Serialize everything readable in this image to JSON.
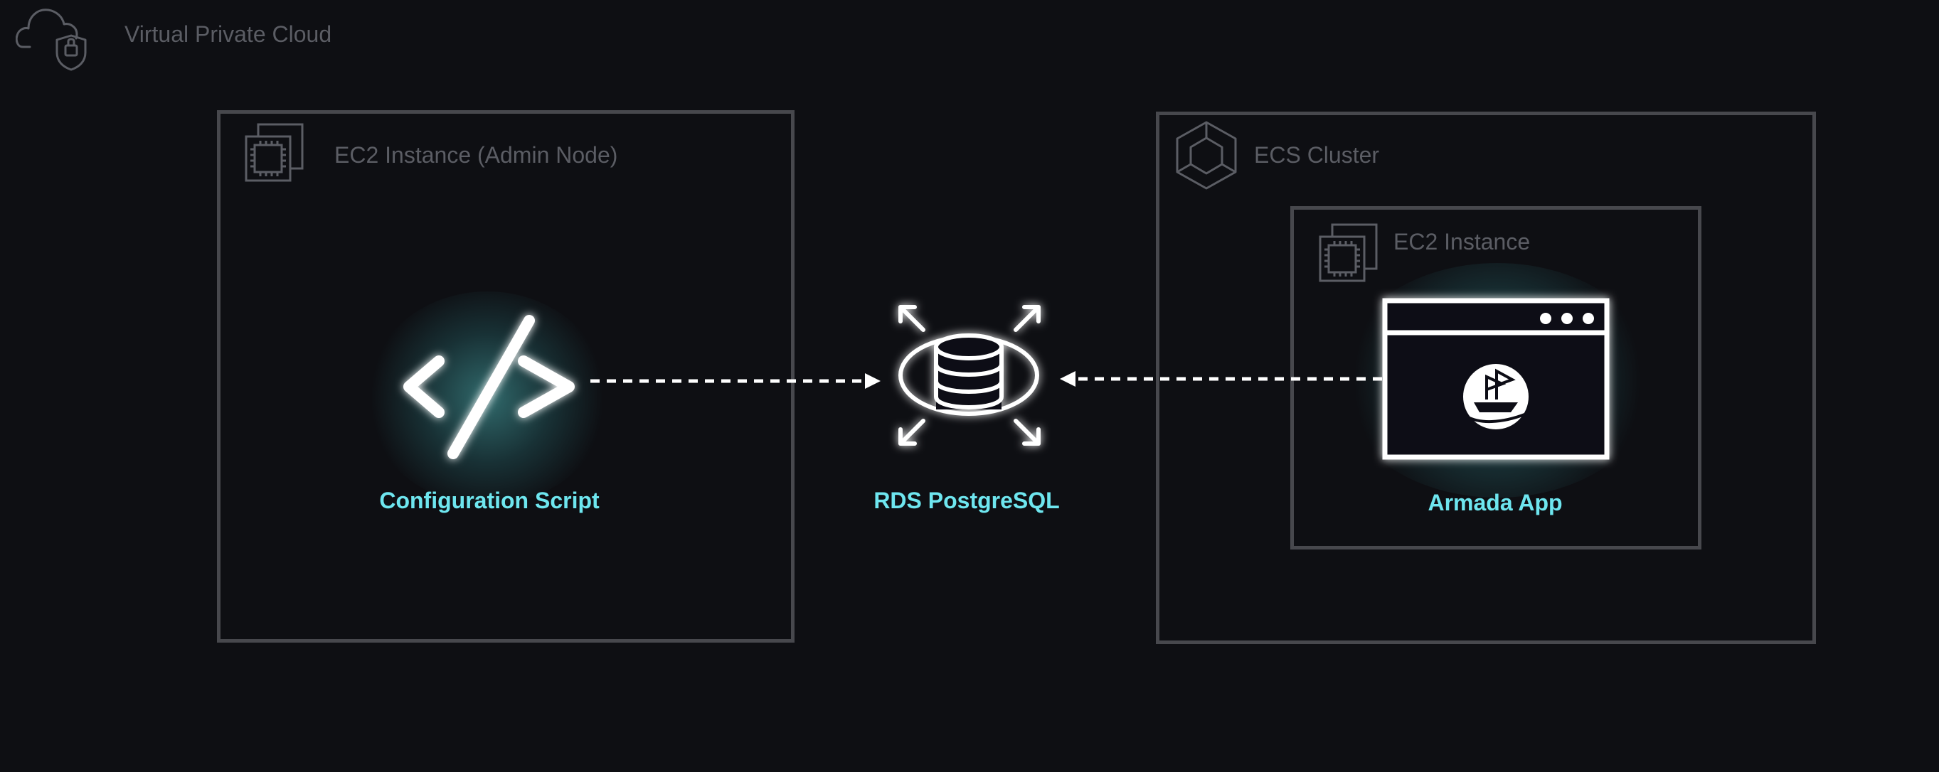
{
  "diagram": {
    "vpc": {
      "label": "Virtual Private Cloud",
      "icon": "cloud-shield-icon"
    },
    "groups": {
      "admin": {
        "label": "EC2 Instance (Admin Node)",
        "icon": "ec2-chip-icon"
      },
      "ecs": {
        "label": "ECS Cluster",
        "icon": "ecs-hexagon-icon"
      },
      "ec2": {
        "label": "EC2 Instance",
        "icon": "ec2-chip-icon"
      }
    },
    "nodes": {
      "config": {
        "label": "Configuration Script",
        "icon": "code-brackets-icon"
      },
      "rds": {
        "label": "RDS PostgreSQL",
        "icon": "database-expand-icon"
      },
      "armada": {
        "label": "Armada App",
        "icon": "app-window-ship-icon"
      }
    },
    "edges": [
      {
        "from": "Configuration Script",
        "to": "RDS PostgreSQL",
        "style": "dashed"
      },
      {
        "from": "Armada App",
        "to": "RDS PostgreSQL",
        "style": "dashed"
      }
    ],
    "colors": {
      "background": "#0e0f13",
      "group_border": "#47484d",
      "group_text": "#5b5d64",
      "node_label": "#6ee6ef",
      "icon": "#ffffff",
      "glow": "#5ad7d7"
    }
  }
}
